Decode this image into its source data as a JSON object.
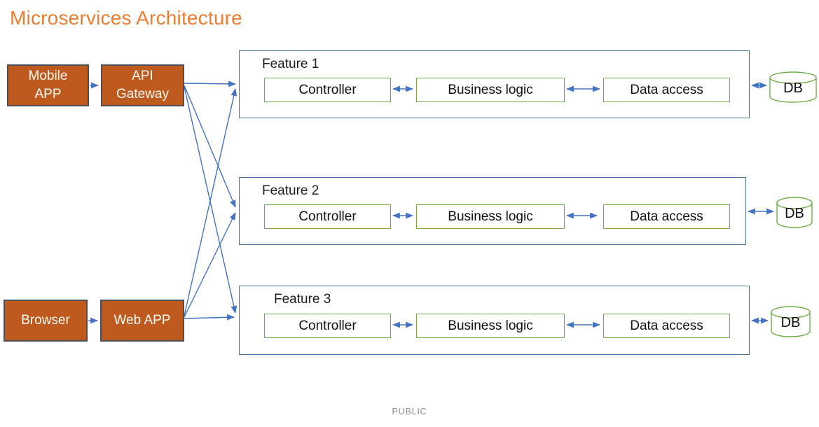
{
  "title": "Microservices Architecture",
  "footer": {
    "label": "PUBLIC"
  },
  "clients": {
    "mobile_app": {
      "label": "Mobile\nAPP"
    },
    "api_gateway": {
      "label": "API\nGateway"
    },
    "browser": {
      "label": "Browser"
    },
    "web_app": {
      "label": "Web APP"
    }
  },
  "features": [
    {
      "name": "Feature 1",
      "components": {
        "controller": "Controller",
        "business": "Business logic",
        "data": "Data access"
      },
      "db_label": "DB"
    },
    {
      "name": "Feature 2",
      "components": {
        "controller": "Controller",
        "business": "Business logic",
        "data": "Data access"
      },
      "db_label": "DB"
    },
    {
      "name": "Feature 3",
      "components": {
        "controller": "Controller",
        "business": "Business logic",
        "data": "Data access"
      },
      "db_label": "DB"
    }
  ],
  "edges": [
    {
      "from": "Mobile APP",
      "to": "API Gateway",
      "bidirectional": false
    },
    {
      "from": "Browser",
      "to": "Web APP",
      "bidirectional": false
    },
    {
      "from": "API Gateway",
      "to": "Feature 1",
      "bidirectional": false
    },
    {
      "from": "API Gateway",
      "to": "Feature 2",
      "bidirectional": false
    },
    {
      "from": "API Gateway",
      "to": "Feature 3",
      "bidirectional": false
    },
    {
      "from": "Web APP",
      "to": "Feature 1",
      "bidirectional": false
    },
    {
      "from": "Web APP",
      "to": "Feature 2",
      "bidirectional": false
    },
    {
      "from": "Web APP",
      "to": "Feature 3",
      "bidirectional": false
    },
    {
      "from": "Controller",
      "to": "Business logic",
      "bidirectional": true
    },
    {
      "from": "Business logic",
      "to": "Data access",
      "bidirectional": true
    },
    {
      "from": "Data access",
      "to": "DB",
      "bidirectional": true
    }
  ],
  "colors": {
    "title_orange": "#ED7D31",
    "node_fill_orange": "#BF5A1E",
    "node_border": "#4A4F58",
    "connector_blue": "#4472C4",
    "feature_border_blue": "#41719C",
    "component_border_green": "#70AD47",
    "footer_gray": "#8f8f8f"
  }
}
